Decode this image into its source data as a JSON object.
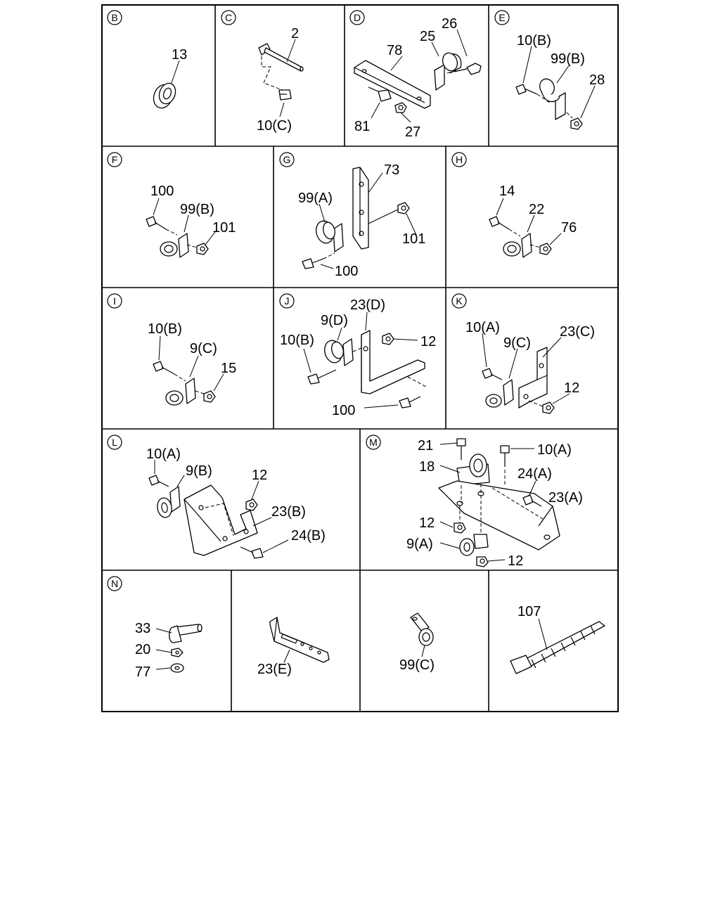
{
  "sections": {
    "B": "B",
    "C": "C",
    "D": "D",
    "E": "E",
    "F": "F",
    "G": "G",
    "H": "H",
    "I": "I",
    "J": "J",
    "K": "K",
    "L": "L",
    "M": "M",
    "N": "N"
  },
  "labels": {
    "b13": "13",
    "c2": "2",
    "c10c": "10(C)",
    "d78": "78",
    "d25": "25",
    "d26": "26",
    "d81": "81",
    "d27": "27",
    "e10b": "10(B)",
    "e99b": "99(B)",
    "e28": "28",
    "f100": "100",
    "f99b": "99(B)",
    "f101": "101",
    "g99a": "99(A)",
    "g73": "73",
    "g101": "101",
    "g100": "100",
    "h14": "14",
    "h22": "22",
    "h76": "76",
    "i10b": "10(B)",
    "i9c": "9(C)",
    "i15": "15",
    "j23d": "23(D)",
    "j9d": "9(D)",
    "j10b": "10(B)",
    "j12": "12",
    "j100": "100",
    "k10a": "10(A)",
    "k9c": "9(C)",
    "k23c": "23(C)",
    "k12": "12",
    "l10a": "10(A)",
    "l9b": "9(B)",
    "l12": "12",
    "l23b": "23(B)",
    "l24b": "24(B)",
    "m21": "21",
    "m10a": "10(A)",
    "m18": "18",
    "m24a": "24(A)",
    "m23a": "23(A)",
    "m12a": "12",
    "m9a": "9(A)",
    "m12b": "12",
    "n33": "33",
    "n20": "20",
    "n77": "77",
    "p23e": "23(E)",
    "p99c": "99(C)",
    "p107": "107"
  }
}
